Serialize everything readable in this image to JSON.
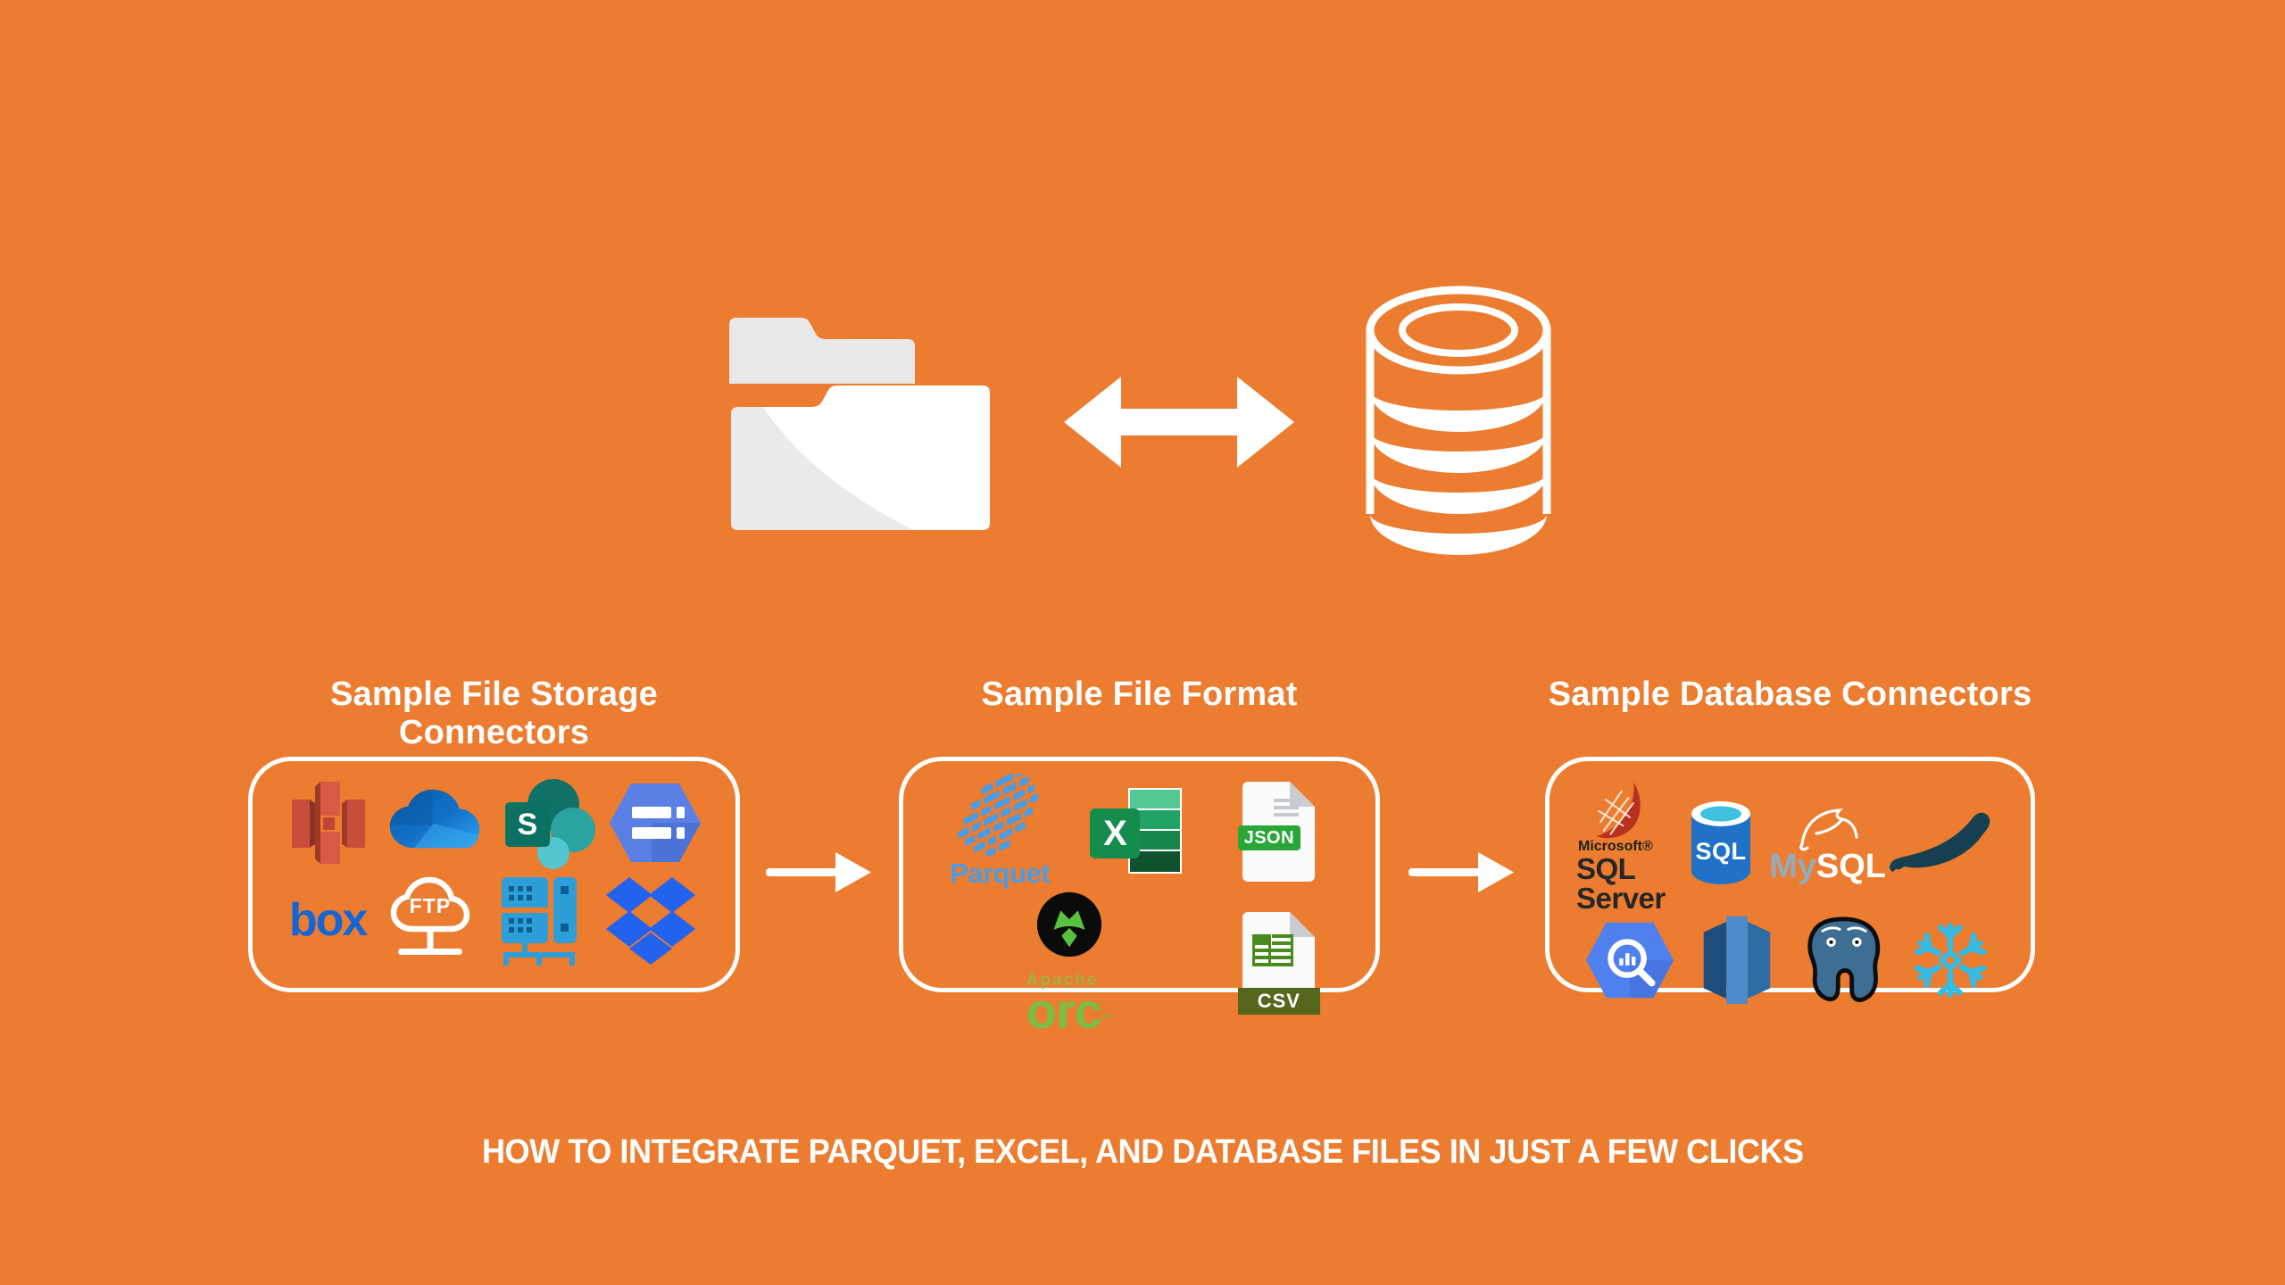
{
  "canvas": {
    "background_color": "#EC7C2F",
    "border_and_text_color": "#FFFFFF"
  },
  "caption": "HOW TO INTEGRATE PARQUET, EXCEL, AND DATABASE FILES IN JUST A FEW CLICKS",
  "hero": {
    "left_icon": "folder-icon",
    "middle_icon": "double-headed-arrow-icon",
    "right_icon": "database-stack-icon"
  },
  "storage": {
    "title": "Sample File Storage Connectors",
    "icons": [
      {
        "name": "amazon-s3-icon"
      },
      {
        "name": "onedrive-icon"
      },
      {
        "name": "sharepoint-icon",
        "letter": "S"
      },
      {
        "name": "google-cloud-storage-icon"
      },
      {
        "name": "box-icon",
        "text": "box"
      },
      {
        "name": "ftp-cloud-icon",
        "text": "FTP"
      },
      {
        "name": "file-server-icon"
      },
      {
        "name": "dropbox-icon"
      }
    ]
  },
  "formats": {
    "title": "Sample File Format",
    "icons": [
      {
        "name": "parquet-icon",
        "text": "Parquet"
      },
      {
        "name": "excel-icon",
        "letter": "X"
      },
      {
        "name": "json-file-icon",
        "label": "JSON"
      },
      {
        "name": "apache-orc-icon",
        "brand": "Apache",
        "text": "orc",
        "tm": "™"
      },
      {
        "name": "csv-file-icon",
        "label": "CSV"
      }
    ]
  },
  "databases": {
    "title": "Sample Database Connectors",
    "icons": [
      {
        "name": "sql-server-icon",
        "small": "Microsoft®",
        "text": "SQL Server"
      },
      {
        "name": "azure-sql-icon",
        "label": "SQL"
      },
      {
        "name": "mysql-icon",
        "prefix": "My",
        "text": "SQL"
      },
      {
        "name": "mariadb-seal-icon"
      },
      {
        "name": "bigquery-icon"
      },
      {
        "name": "redshift-icon"
      },
      {
        "name": "postgresql-icon"
      },
      {
        "name": "snowflake-icon"
      }
    ]
  },
  "colors": {
    "s3_red": "#C74E3B",
    "onedrive_blue": "#1272C8",
    "sharepoint_teal": "#0F7168",
    "gcs_blue": "#5A80E6",
    "box_blue": "#1566D4",
    "server_blue": "#2E9ED8",
    "dropbox_blue": "#2262EE",
    "parquet_blue": "#4D9BE0",
    "excel_green": "#138C4C",
    "json_green": "#28A737",
    "orc_green": "#58C13E",
    "csv_olive": "#55671D",
    "sqlserver_red": "#B9301F",
    "azure_blue": "#1F72C8",
    "mysql_gray": "#93ACBC",
    "mariadb_teal": "#16404F",
    "bigquery_blue": "#5080EE",
    "redshift_blue": "#4E8AC9",
    "postgres_blue": "#3D6E93",
    "snowflake_cyan": "#35BBE4"
  }
}
